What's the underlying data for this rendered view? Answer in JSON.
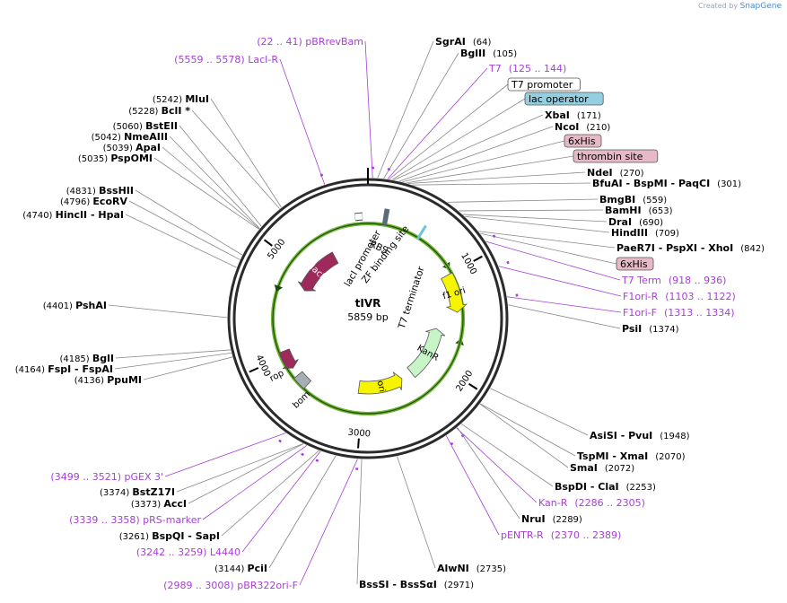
{
  "credit": {
    "prefix": "Created by",
    "brand": "SnapGene"
  },
  "plasmid": {
    "name": "tIVR",
    "length_label": "5859 bp",
    "total_bp": 5859
  },
  "tick_labels": [
    {
      "bp": 1000,
      "label": "1000"
    },
    {
      "bp": 2000,
      "label": "2000"
    },
    {
      "bp": 3000,
      "label": "3000"
    },
    {
      "bp": 4000,
      "label": "4000"
    },
    {
      "bp": 5000,
      "label": "5000"
    }
  ],
  "right_labels": [
    {
      "id": "sgrai",
      "kind": "enzyme",
      "bp": 64,
      "parts": [
        "SgrAI"
      ],
      "pos": "(64)"
    },
    {
      "id": "bglii",
      "kind": "enzyme",
      "bp": 105,
      "parts": [
        "BglII"
      ],
      "pos": "(105)"
    },
    {
      "id": "t7",
      "kind": "primer",
      "bp": 130,
      "parts": [
        "T7"
      ],
      "pos": "(125 .. 144)"
    },
    {
      "id": "t7promoter",
      "kind": "box",
      "bp": 140,
      "parts": [
        "T7 promoter"
      ],
      "box_color": "#ffffff"
    },
    {
      "id": "lacoperator",
      "kind": "box",
      "bp": 160,
      "parts": [
        "lac operator"
      ],
      "box_color": "#93cfe0"
    },
    {
      "id": "xbai",
      "kind": "enzyme",
      "bp": 171,
      "parts": [
        "XbaI"
      ],
      "pos": "(171)"
    },
    {
      "id": "ncoi",
      "kind": "enzyme",
      "bp": 210,
      "parts": [
        "NcoI"
      ],
      "pos": "(210)"
    },
    {
      "id": "6xhis1",
      "kind": "box",
      "bp": 230,
      "parts": [
        "6xHis"
      ],
      "box_color": "#e7b9c7"
    },
    {
      "id": "thrombin",
      "kind": "box",
      "bp": 255,
      "parts": [
        "thrombin site"
      ],
      "box_color": "#e7b9c7"
    },
    {
      "id": "ndei",
      "kind": "enzyme",
      "bp": 270,
      "parts": [
        "NdeI"
      ],
      "pos": "(270)"
    },
    {
      "id": "bfuai",
      "kind": "enzyme",
      "bp": 301,
      "parts": [
        "BfuAI",
        "BspMI",
        "PaqCI"
      ],
      "pos": "(301)"
    },
    {
      "id": "bmgbi",
      "kind": "enzyme",
      "bp": 559,
      "parts": [
        "BmgBI"
      ],
      "pos": "(559)"
    },
    {
      "id": "bamhi",
      "kind": "enzyme",
      "bp": 653,
      "parts": [
        "BamHI"
      ],
      "pos": "(653)"
    },
    {
      "id": "drai",
      "kind": "enzyme",
      "bp": 690,
      "parts": [
        "DraI"
      ],
      "pos": "(690)"
    },
    {
      "id": "hindiii",
      "kind": "enzyme",
      "bp": 709,
      "parts": [
        "HindIII"
      ],
      "pos": "(709)"
    },
    {
      "id": "paer7i",
      "kind": "enzyme",
      "bp": 842,
      "parts": [
        "PaeR7I",
        "PspXI",
        "XhoI"
      ],
      "pos": "(842)"
    },
    {
      "id": "6xhis2",
      "kind": "box",
      "bp": 860,
      "parts": [
        "6xHis"
      ],
      "box_color": "#e7b9c7"
    },
    {
      "id": "t7term",
      "kind": "primer",
      "bp": 925,
      "parts": [
        "T7 Term"
      ],
      "pos": "(918 .. 936)"
    },
    {
      "id": "f1orir",
      "kind": "primer",
      "bp": 1110,
      "parts": [
        "F1ori-R"
      ],
      "pos": "(1103 .. 1122)"
    },
    {
      "id": "f1orif",
      "kind": "primer",
      "bp": 1320,
      "parts": [
        "F1ori-F"
      ],
      "pos": "(1313 .. 1334)"
    },
    {
      "id": "psii",
      "kind": "enzyme",
      "bp": 1374,
      "parts": [
        "PsiI"
      ],
      "pos": "(1374)"
    },
    {
      "id": "asisi",
      "kind": "enzyme",
      "bp": 1948,
      "parts": [
        "AsiSI",
        "PvuI"
      ],
      "pos": "(1948)"
    },
    {
      "id": "tspmi",
      "kind": "enzyme",
      "bp": 2070,
      "parts": [
        "TspMI",
        "XmaI"
      ],
      "pos": "(2070)"
    },
    {
      "id": "smai",
      "kind": "enzyme",
      "bp": 2072,
      "parts": [
        "SmaI"
      ],
      "pos": "(2072)"
    },
    {
      "id": "bspdi",
      "kind": "enzyme",
      "bp": 2253,
      "parts": [
        "BspDI",
        "ClaI"
      ],
      "pos": "(2253)"
    },
    {
      "id": "kanr",
      "kind": "primer",
      "bp": 2295,
      "parts": [
        "Kan-R"
      ],
      "pos": "(2286 .. 2305)"
    },
    {
      "id": "nrui",
      "kind": "enzyme",
      "bp": 2289,
      "parts": [
        "NruI"
      ],
      "pos": "(2289)"
    },
    {
      "id": "pentrr",
      "kind": "primer",
      "bp": 2380,
      "parts": [
        "pENTR-R"
      ],
      "pos": "(2370 .. 2389)"
    },
    {
      "id": "alwni",
      "kind": "enzyme",
      "bp": 2735,
      "parts": [
        "AlwNI"
      ],
      "pos": "(2735)"
    },
    {
      "id": "bsssi",
      "kind": "enzyme",
      "bp": 2971,
      "parts": [
        "BssSI",
        "BssSαI"
      ],
      "pos": "(2971)"
    }
  ],
  "left_labels": [
    {
      "id": "pbr322orif",
      "kind": "primer",
      "bp": 2998,
      "parts": [
        "pBR322ori-F"
      ],
      "pos": "(2989 .. 3008)"
    },
    {
      "id": "pcii",
      "kind": "enzyme",
      "bp": 3144,
      "parts": [
        "PciI"
      ],
      "pos": "(3144)"
    },
    {
      "id": "l4440",
      "kind": "primer",
      "bp": 3250,
      "parts": [
        "L4440"
      ],
      "pos": "(3242 .. 3259)"
    },
    {
      "id": "bspqi",
      "kind": "enzyme",
      "bp": 3261,
      "parts": [
        "BspQI",
        "SapI"
      ],
      "pos": "(3261)"
    },
    {
      "id": "prsmarker",
      "kind": "primer",
      "bp": 3348,
      "parts": [
        "pRS-marker"
      ],
      "pos": "(3339 .. 3358)"
    },
    {
      "id": "acci",
      "kind": "enzyme",
      "bp": 3373,
      "parts": [
        "AccI"
      ],
      "pos": "(3373)"
    },
    {
      "id": "bstz17i",
      "kind": "enzyme",
      "bp": 3374,
      "parts": [
        "BstZ17I"
      ],
      "pos": "(3374)"
    },
    {
      "id": "pgex3",
      "kind": "primer",
      "bp": 3510,
      "parts": [
        "pGEX 3'"
      ],
      "pos": "(3499 .. 3521)"
    },
    {
      "id": "ppumi",
      "kind": "enzyme",
      "bp": 4136,
      "parts": [
        "PpuMI"
      ],
      "pos": "(4136)"
    },
    {
      "id": "fspi",
      "kind": "enzyme",
      "bp": 4164,
      "parts": [
        "FspI",
        "FspAI"
      ],
      "pos": "(4164)"
    },
    {
      "id": "bgli",
      "kind": "enzyme",
      "bp": 4185,
      "parts": [
        "BglI"
      ],
      "pos": "(4185)"
    },
    {
      "id": "pshai",
      "kind": "enzyme",
      "bp": 4401,
      "parts": [
        "PshAI"
      ],
      "pos": "(4401)"
    },
    {
      "id": "hincii",
      "kind": "enzyme",
      "bp": 4740,
      "parts": [
        "HincII",
        "HpaI"
      ],
      "pos": "(4740)"
    },
    {
      "id": "ecorv",
      "kind": "enzyme",
      "bp": 4796,
      "parts": [
        "EcoRV"
      ],
      "pos": "(4796)"
    },
    {
      "id": "psshii",
      "kind": "enzyme",
      "bp": 4831,
      "parts": [
        "BssHII"
      ],
      "pos": "(4831)"
    },
    {
      "id": "pspomi",
      "kind": "enzyme",
      "bp": 5035,
      "parts": [
        "PspOMI"
      ],
      "pos": "(5035)"
    },
    {
      "id": "apai",
      "kind": "enzyme",
      "bp": 5039,
      "parts": [
        "ApaI"
      ],
      "pos": "(5039)"
    },
    {
      "id": "nmeaiii",
      "kind": "enzyme",
      "bp": 5042,
      "parts": [
        "NmeAIII"
      ],
      "pos": "(5042)"
    },
    {
      "id": "bsteii",
      "kind": "enzyme",
      "bp": 5060,
      "parts": [
        "BstEII"
      ],
      "pos": "(5060)"
    },
    {
      "id": "bcli",
      "kind": "enzyme",
      "bp": 5228,
      "parts": [
        "BclI *"
      ],
      "pos": "(5228)"
    },
    {
      "id": "mlui",
      "kind": "enzyme",
      "bp": 5242,
      "parts": [
        "MluI"
      ],
      "pos": "(5242)"
    },
    {
      "id": "laciR",
      "kind": "primer",
      "bp": 5568,
      "parts": [
        "LacI-R"
      ],
      "pos": "(5559 .. 5578)"
    },
    {
      "id": "pbrrevbam",
      "kind": "primer",
      "bp": 31,
      "parts": [
        "pBRrevBam"
      ],
      "pos": "(22 .. 41)"
    }
  ],
  "features": [
    {
      "id": "laci",
      "label": "lacI",
      "type": "arrow",
      "start": 4780,
      "end": 5400,
      "dir": "ccw",
      "color": "#9e2a5c",
      "r": 75,
      "w": 14,
      "label_color": "#ffffff"
    },
    {
      "id": "kanr_feat",
      "label": "KanR",
      "type": "arrow",
      "start": 1600,
      "end": 2300,
      "dir": "ccw",
      "color": "#c7f5c8",
      "r": 75,
      "w": 14,
      "label_color": "#000000"
    },
    {
      "id": "ori_feat",
      "label": "ori",
      "type": "arrow",
      "start": 2450,
      "end": 3050,
      "dir": "ccw",
      "color": "#f5f500",
      "r": 75,
      "w": 14,
      "label_color": "#000000"
    },
    {
      "id": "f1ori_feat",
      "label": "f1 ori",
      "type": "arrow",
      "start": 1000,
      "end": 1400,
      "dir": "cw",
      "color": "#f5f500",
      "r": 52,
      "w": 14,
      "label_color": "#000000"
    },
    {
      "id": "rop_feat",
      "label": "rop",
      "type": "arrow",
      "start": 3850,
      "end": 4050,
      "dir": "ccw",
      "color": "#9e2a5c",
      "r": 52,
      "w": 12,
      "label_color": "#000000"
    },
    {
      "id": "bom_feat",
      "label": "bom",
      "type": "block",
      "start": 3620,
      "end": 3760,
      "color": "#a7adb4",
      "r": 52,
      "w": 12,
      "label_color": "#000000"
    }
  ],
  "feature_labels": {
    "rbs": "RBS",
    "zf": "ZF binding site",
    "lacipromoter": "lacI promoter",
    "t7term_feat": "T7 terminator"
  },
  "orf_arcs": [
    {
      "id": "orf1",
      "start": 200,
      "end": 900,
      "dir": "cw",
      "color": "#e39b2e"
    },
    {
      "id": "orf2",
      "start": 1720,
      "end": 2380,
      "dir": "ccw",
      "color": "#6fb52c"
    },
    {
      "id": "orf3",
      "start": 4720,
      "end": 5620,
      "dir": "ccw",
      "color": "#6fb52c"
    }
  ]
}
